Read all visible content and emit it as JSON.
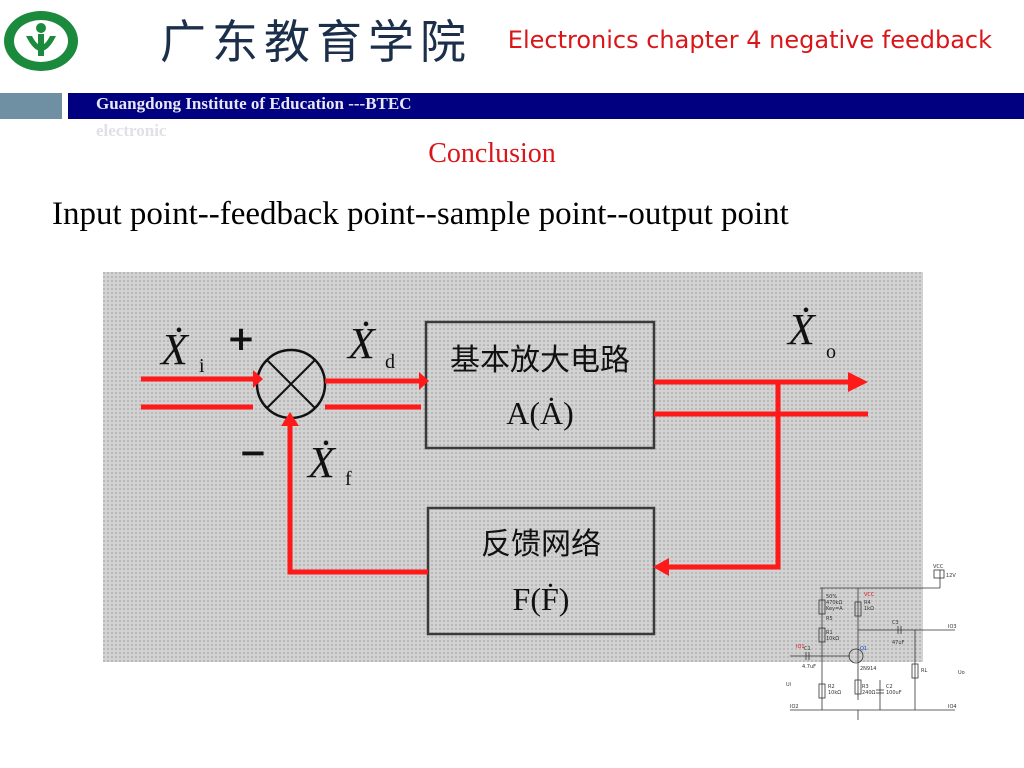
{
  "header": {
    "school_cn": "广东教育学院",
    "chapter_title": "Electronics chapter 4 negative feedback",
    "band_text": "Guangdong Institute of Education ---BTEC",
    "band_text2": "electronic"
  },
  "slide": {
    "section_title": "Conclusion",
    "subtitle": "Input point--feedback point--sample point--output point"
  },
  "diagram": {
    "amp_label": "基本放大电路",
    "amp_formula": "A(Ȧ)",
    "fb_label": "反馈网络",
    "fb_formula": "F(Ḟ)",
    "plus": "+",
    "minus": "−",
    "xi": "Ẋ",
    "xi_sub": "i",
    "xd": "Ẋ",
    "xd_sub": "d",
    "xo": "Ẋ",
    "xo_sub": "o",
    "xf": "Ẋ",
    "xf_sub": "f",
    "colors": {
      "accent": "#ff1a1a",
      "box": "#333333",
      "bg": "#cfcfcf"
    }
  },
  "circuit": {
    "vcc": "VCC",
    "v12": "12V",
    "pot": "50%",
    "pot_val": "470kΩ",
    "key": "Key=A",
    "r5": "R5",
    "r4": "R4",
    "r4_val": "1kΩ",
    "vcc2": "VCC",
    "r1": "R1",
    "r1_val": "10kΩ",
    "c3": "C3",
    "c3_val": "47uF",
    "io1": "IO1",
    "c1": "C1",
    "c1_val": "4.7uF",
    "q1": "Q1",
    "q1_model": "2N914",
    "rl": "RL",
    "uo": "Uo",
    "ui": "Ui",
    "r2": "R2",
    "r2_val": "10kΩ",
    "r3": "R3",
    "r3_val": "240Ω",
    "c2": "C2",
    "c2_val": "100uF",
    "io2": "IO2",
    "io3": "IO3",
    "io4": "IO4"
  }
}
